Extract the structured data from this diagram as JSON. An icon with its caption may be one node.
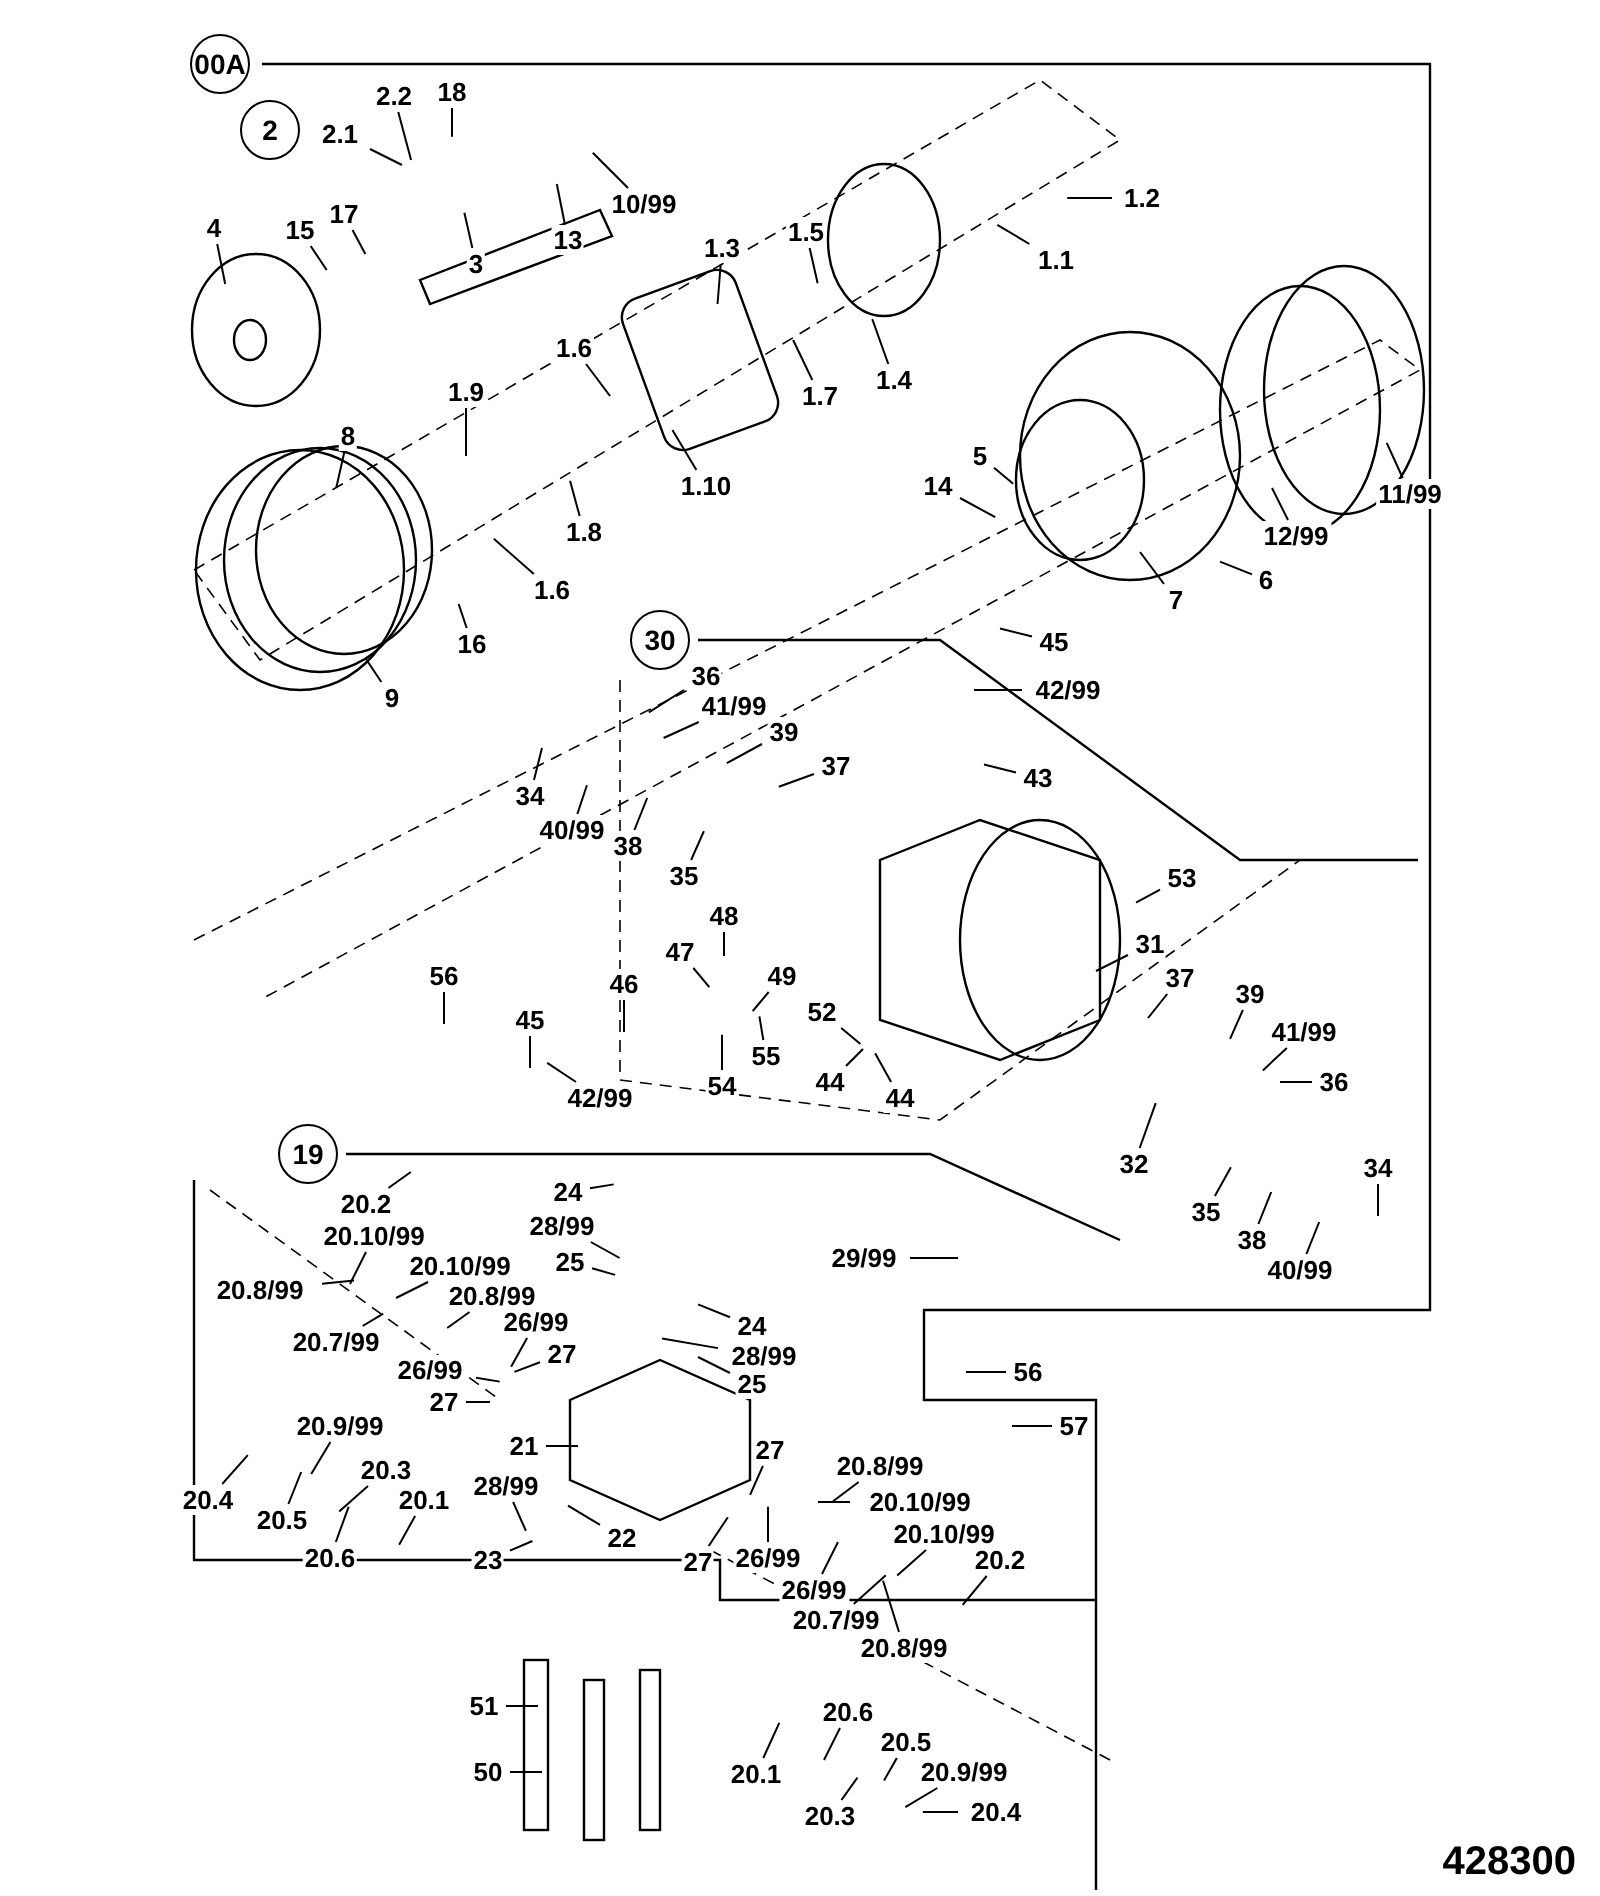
{
  "diagram": {
    "nodes": [
      {
        "text": [
          "00A"
        ]
      },
      {
        "text": [
          "2"
        ]
      },
      {
        "text": [
          "2.2"
        ]
      },
      {
        "text": [
          "18"
        ]
      },
      {
        "text": [
          "2.1"
        ]
      },
      {
        "text": [
          "10/99"
        ]
      },
      {
        "text": [
          "13"
        ]
      },
      {
        "text": [
          "4"
        ]
      },
      {
        "text": [
          "15"
        ]
      },
      {
        "text": [
          "17"
        ]
      },
      {
        "text": [
          "3"
        ]
      },
      {
        "text": [
          "1.3"
        ]
      },
      {
        "text": [
          "1.5"
        ]
      },
      {
        "text": [
          "1.2"
        ]
      },
      {
        "text": [
          "1.1"
        ]
      },
      {
        "text": [
          "1.6"
        ]
      },
      {
        "text": [
          "1.9"
        ]
      },
      {
        "text": [
          "8"
        ]
      },
      {
        "text": [
          "1.7"
        ]
      },
      {
        "text": [
          "1.4"
        ]
      },
      {
        "text": [
          "1.10"
        ]
      },
      {
        "text": [
          "1.8"
        ]
      },
      {
        "text": [
          "1.6"
        ]
      },
      {
        "text": [
          "16"
        ]
      },
      {
        "text": [
          "9"
        ]
      },
      {
        "text": [
          "5"
        ]
      },
      {
        "text": [
          "14"
        ]
      },
      {
        "text": [
          "11/99"
        ]
      },
      {
        "text": [
          "12/99"
        ]
      },
      {
        "text": [
          "6"
        ]
      },
      {
        "text": [
          "7"
        ]
      },
      {
        "text": [
          "30"
        ]
      },
      {
        "text": [
          "45"
        ]
      },
      {
        "text": [
          "42/99"
        ]
      },
      {
        "text": [
          "36"
        ]
      },
      {
        "text": [
          "41/99"
        ]
      },
      {
        "text": [
          "39"
        ]
      },
      {
        "text": [
          "34"
        ]
      },
      {
        "text": [
          "40/99"
        ]
      },
      {
        "text": [
          "38"
        ]
      },
      {
        "text": [
          "37"
        ]
      },
      {
        "text": [
          "43"
        ]
      },
      {
        "text": [
          "35"
        ]
      },
      {
        "text": [
          "53"
        ]
      },
      {
        "text": [
          "48"
        ]
      },
      {
        "text": [
          "31"
        ]
      },
      {
        "text": [
          "47"
        ]
      },
      {
        "text": [
          "49"
        ]
      },
      {
        "text": [
          "37"
        ]
      },
      {
        "text": [
          "46"
        ]
      },
      {
        "text": [
          "56"
        ]
      },
      {
        "text": [
          "52"
        ]
      },
      {
        "text": [
          "39"
        ]
      },
      {
        "text": [
          "45"
        ]
      },
      {
        "text": [
          "41/99"
        ]
      },
      {
        "text": [
          "55"
        ]
      },
      {
        "text": [
          "42/99"
        ]
      },
      {
        "text": [
          "54"
        ]
      },
      {
        "text": [
          "44"
        ]
      },
      {
        "text": [
          "44"
        ]
      },
      {
        "text": [
          "36"
        ]
      },
      {
        "text": [
          "32"
        ]
      },
      {
        "text": [
          "34"
        ]
      },
      {
        "text": [
          "35"
        ]
      },
      {
        "text": [
          "38"
        ]
      },
      {
        "text": [
          "40/99"
        ]
      },
      {
        "text": [
          "19"
        ]
      },
      {
        "text": [
          "24"
        ]
      },
      {
        "text": [
          "20.2"
        ]
      },
      {
        "text": [
          "28/99"
        ]
      },
      {
        "text": [
          "20.10/99"
        ]
      },
      {
        "text": [
          "25"
        ]
      },
      {
        "text": [
          "29/99"
        ]
      },
      {
        "text": [
          "20.10/99"
        ]
      },
      {
        "text": [
          "20.8/99"
        ]
      },
      {
        "text": [
          "20.8/99"
        ]
      },
      {
        "text": [
          "26/99"
        ]
      },
      {
        "text": [
          "24"
        ]
      },
      {
        "text": [
          "20.7/99"
        ]
      },
      {
        "text": [
          "27"
        ]
      },
      {
        "text": [
          "28/99"
        ]
      },
      {
        "text": [
          "26/99"
        ]
      },
      {
        "text": [
          "56"
        ]
      },
      {
        "text": [
          "25"
        ]
      },
      {
        "text": [
          "27"
        ]
      },
      {
        "text": [
          "21"
        ]
      },
      {
        "text": [
          "57"
        ]
      },
      {
        "text": [
          "20.9/99"
        ]
      },
      {
        "text": [
          "27"
        ]
      },
      {
        "text": [
          "20.3"
        ]
      },
      {
        "text": [
          "20.8/99"
        ]
      },
      {
        "text": [
          "20.4"
        ]
      },
      {
        "text": [
          "20.1"
        ]
      },
      {
        "text": [
          "20.10/99"
        ]
      },
      {
        "text": [
          "20.5"
        ]
      },
      {
        "text": [
          "22"
        ]
      },
      {
        "text": [
          "20.10/99"
        ]
      },
      {
        "text": [
          "20.6"
        ]
      },
      {
        "text": [
          "26/99"
        ]
      },
      {
        "text": [
          "20.2"
        ]
      },
      {
        "text": [
          "27"
        ]
      },
      {
        "text": [
          "23"
        ]
      },
      {
        "text": [
          "28/99"
        ]
      },
      {
        "text": [
          "26/99"
        ]
      },
      {
        "text": [
          "20.7/99"
        ]
      },
      {
        "text": [
          "20.8/99"
        ]
      },
      {
        "text": [
          "51"
        ]
      },
      {
        "text": [
          "20.6"
        ]
      },
      {
        "text": [
          "20.5"
        ]
      },
      {
        "text": [
          "20.9/99"
        ]
      },
      {
        "text": [
          "20.1"
        ]
      },
      {
        "text": [
          "50"
        ]
      },
      {
        "text": [
          "20.3"
        ]
      },
      {
        "text": [
          "20.4"
        ]
      }
    ],
    "edges": [
      {
        "from": 2,
        "to": null,
        "arrow": "none"
      },
      {
        "from": 3,
        "to": null,
        "arrow": "none"
      },
      {
        "from": 4,
        "to": null,
        "arrow": "none"
      },
      {
        "from": 5,
        "to": null,
        "arrow": "none"
      },
      {
        "from": 6,
        "to": null,
        "arrow": "none"
      },
      {
        "from": 7,
        "to": null,
        "arrow": "none"
      },
      {
        "from": 8,
        "to": null,
        "arrow": "none"
      },
      {
        "from": 9,
        "to": null,
        "arrow": "none"
      },
      {
        "from": 10,
        "to": null,
        "arrow": "none"
      },
      {
        "from": 11,
        "to": null,
        "arrow": "none"
      },
      {
        "from": 12,
        "to": null,
        "arrow": "none"
      },
      {
        "from": 13,
        "to": null,
        "arrow": "none"
      },
      {
        "from": 14,
        "to": null,
        "arrow": "none"
      },
      {
        "from": 15,
        "to": null,
        "arrow": "none"
      },
      {
        "from": 16,
        "to": null,
        "arrow": "none"
      },
      {
        "from": 17,
        "to": null,
        "arrow": "none"
      },
      {
        "from": 18,
        "to": null,
        "arrow": "none"
      },
      {
        "from": 19,
        "to": null,
        "arrow": "none"
      },
      {
        "from": 20,
        "to": null,
        "arrow": "none"
      },
      {
        "from": 21,
        "to": null,
        "arrow": "none"
      },
      {
        "from": 22,
        "to": null,
        "arrow": "none"
      },
      {
        "from": 23,
        "to": null,
        "arrow": "none"
      },
      {
        "from": 24,
        "to": null,
        "arrow": "none"
      },
      {
        "from": 25,
        "to": null,
        "arrow": "none"
      },
      {
        "from": 26,
        "to": null,
        "arrow": "none"
      },
      {
        "from": 27,
        "to": null,
        "arrow": "none"
      },
      {
        "from": 28,
        "to": null,
        "arrow": "none"
      },
      {
        "from": 29,
        "to": null,
        "arrow": "none"
      },
      {
        "from": 30,
        "to": null,
        "arrow": "none"
      },
      {
        "from": 32,
        "to": null,
        "arrow": "none"
      },
      {
        "from": 33,
        "to": null,
        "arrow": "none"
      },
      {
        "from": 34,
        "to": null,
        "arrow": "none"
      },
      {
        "from": 35,
        "to": null,
        "arrow": "none"
      },
      {
        "from": 36,
        "to": null,
        "arrow": "none"
      },
      {
        "from": 37,
        "to": null,
        "arrow": "none"
      },
      {
        "from": 38,
        "to": null,
        "arrow": "none"
      },
      {
        "from": 39,
        "to": null,
        "arrow": "none"
      },
      {
        "from": 40,
        "to": null,
        "arrow": "none"
      },
      {
        "from": 41,
        "to": null,
        "arrow": "none"
      },
      {
        "from": 42,
        "to": null,
        "arrow": "none"
      },
      {
        "from": 43,
        "to": null,
        "arrow": "none"
      },
      {
        "from": 44,
        "to": null,
        "arrow": "none"
      },
      {
        "from": 45,
        "to": null,
        "arrow": "none"
      },
      {
        "from": 46,
        "to": null,
        "arrow": "none"
      },
      {
        "from": 47,
        "to": null,
        "arrow": "none"
      },
      {
        "from": 48,
        "to": null,
        "arrow": "none"
      },
      {
        "from": 49,
        "to": null,
        "arrow": "none"
      },
      {
        "from": 50,
        "to": null,
        "arrow": "none"
      },
      {
        "from": 51,
        "to": null,
        "arrow": "none"
      },
      {
        "from": 52,
        "to": null,
        "arrow": "none"
      },
      {
        "from": 53,
        "to": null,
        "arrow": "none"
      },
      {
        "from": 54,
        "to": null,
        "arrow": "none"
      },
      {
        "from": 55,
        "to": null,
        "arrow": "none"
      },
      {
        "from": 56,
        "to": null,
        "arrow": "none"
      },
      {
        "from": 57,
        "to": null,
        "arrow": "none"
      },
      {
        "from": 58,
        "to": null,
        "arrow": "none"
      },
      {
        "from": 59,
        "to": null,
        "arrow": "none"
      },
      {
        "from": 60,
        "to": null,
        "arrow": "none"
      },
      {
        "from": 61,
        "to": null,
        "arrow": "none"
      },
      {
        "from": 62,
        "to": null,
        "arrow": "none"
      },
      {
        "from": 63,
        "to": null,
        "arrow": "none"
      },
      {
        "from": 64,
        "to": null,
        "arrow": "none"
      },
      {
        "from": 65,
        "to": null,
        "arrow": "none"
      },
      {
        "from": 67,
        "to": null,
        "arrow": "none"
      },
      {
        "from": 68,
        "to": null,
        "arrow": "none"
      },
      {
        "from": 69,
        "to": null,
        "arrow": "none"
      },
      {
        "from": 70,
        "to": null,
        "arrow": "none"
      },
      {
        "from": 71,
        "to": null,
        "arrow": "none"
      },
      {
        "from": 72,
        "to": null,
        "arrow": "none"
      },
      {
        "from": 73,
        "to": null,
        "arrow": "none"
      },
      {
        "from": 74,
        "to": null,
        "arrow": "none"
      },
      {
        "from": 75,
        "to": null,
        "arrow": "none"
      },
      {
        "from": 76,
        "to": null,
        "arrow": "none"
      },
      {
        "from": 77,
        "to": null,
        "arrow": "none"
      },
      {
        "from": 78,
        "to": null,
        "arrow": "none"
      },
      {
        "from": 79,
        "to": null,
        "arrow": "none"
      },
      {
        "from": 80,
        "to": null,
        "arrow": "none"
      },
      {
        "from": 81,
        "to": null,
        "arrow": "none"
      },
      {
        "from": 82,
        "to": null,
        "arrow": "none"
      },
      {
        "from": 83,
        "to": null,
        "arrow": "none"
      },
      {
        "from": 84,
        "to": null,
        "arrow": "none"
      },
      {
        "from": 85,
        "to": null,
        "arrow": "none"
      },
      {
        "from": 86,
        "to": null,
        "arrow": "none"
      },
      {
        "from": 87,
        "to": null,
        "arrow": "none"
      },
      {
        "from": 88,
        "to": null,
        "arrow": "none"
      },
      {
        "from": 89,
        "to": null,
        "arrow": "none"
      },
      {
        "from": 90,
        "to": null,
        "arrow": "none"
      },
      {
        "from": 91,
        "to": null,
        "arrow": "none"
      },
      {
        "from": 92,
        "to": null,
        "arrow": "none"
      },
      {
        "from": 93,
        "to": null,
        "arrow": "none"
      },
      {
        "from": 94,
        "to": null,
        "arrow": "none"
      },
      {
        "from": 95,
        "to": null,
        "arrow": "none"
      },
      {
        "from": 96,
        "to": null,
        "arrow": "none"
      },
      {
        "from": 97,
        "to": null,
        "arrow": "none"
      },
      {
        "from": 98,
        "to": null,
        "arrow": "none"
      },
      {
        "from": 99,
        "to": null,
        "arrow": "none"
      },
      {
        "from": 100,
        "to": null,
        "arrow": "none"
      },
      {
        "from": 101,
        "to": null,
        "arrow": "none"
      },
      {
        "from": 102,
        "to": null,
        "arrow": "none"
      },
      {
        "from": 103,
        "to": null,
        "arrow": "none"
      },
      {
        "from": 104,
        "to": null,
        "arrow": "none"
      },
      {
        "from": 105,
        "to": null,
        "arrow": "none"
      },
      {
        "from": 106,
        "to": null,
        "arrow": "none"
      },
      {
        "from": 107,
        "to": null,
        "arrow": "none"
      },
      {
        "from": 108,
        "to": null,
        "arrow": "none"
      },
      {
        "from": 109,
        "to": null,
        "arrow": "none"
      },
      {
        "from": 110,
        "to": null,
        "arrow": "none"
      },
      {
        "from": 111,
        "to": null,
        "arrow": "none"
      },
      {
        "from": 112,
        "to": null,
        "arrow": "none"
      },
      {
        "from": 113,
        "to": null,
        "arrow": "none"
      }
    ],
    "labels": [
      "428300"
    ]
  }
}
